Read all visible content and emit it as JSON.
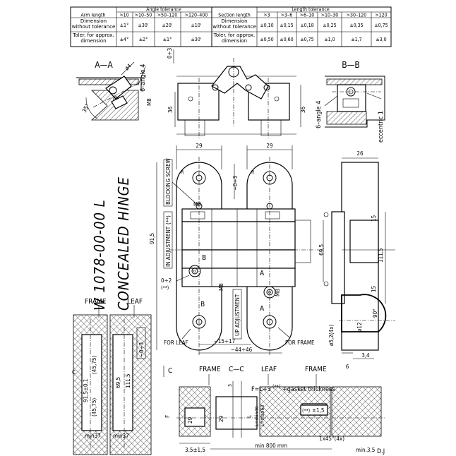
{
  "tables": {
    "angle": {
      "title": "Angle tolerance",
      "header": [
        "Arm length",
        ">10",
        ">10–50",
        ">50–120",
        ">120–400"
      ],
      "rows": [
        [
          "Dimension without tolerance",
          "±1°",
          "±30'",
          "±20'",
          "±10'"
        ],
        [
          "Toler. for approx. dimension",
          "±4°",
          "±2°",
          "±1°",
          "±30'"
        ]
      ]
    },
    "length": {
      "title": "Length tolerance",
      "header": [
        "Section length",
        ">3",
        ">3–6",
        ">6–10",
        ">10–30",
        ">30–120",
        ">120"
      ],
      "rows": [
        [
          "Dimension without tolerance",
          "±0,10",
          "±0,15",
          "±0,18",
          "±0,25",
          "±0,35",
          "±0,75"
        ],
        [
          "Toler. for approx. dimension",
          "±0,50",
          "±0,60",
          "±0,75",
          "±1,0",
          "±1,7",
          "±3,0"
        ]
      ]
    }
  },
  "title": {
    "code": "W 1078-00-00 L",
    "name": "CONCEALED HINGE"
  },
  "sections": {
    "aa": "A—A",
    "bb": "B—B",
    "cc": "C—C",
    "c_left": "C",
    "c_right": "C"
  },
  "labels": {
    "frame": "FRAME",
    "leaf": "LEAF",
    "for_leaf": "FOR LEAF",
    "for_frame": "FOR FRAME",
    "blocking_screw": "BLOCKING SCREW",
    "in_adjustment": "IN ADJUSTMENT",
    "up_adjustment": "UP ADJUSTMENT",
    "six_angle_aa": "6–angle 4",
    "six_angle_bb": "6–angle 4",
    "eccentric": "eccentric 1",
    "formula": "F=L+3",
    "formula_tail": "+gasket thickness",
    "double_star": "(**)",
    "signature": "D.J"
  },
  "dims": {
    "d29a": "29",
    "d29b": "29",
    "d26": "26",
    "d36a": "36",
    "d36b": "36",
    "d91_5": "91,5",
    "d69_5": "69,5",
    "d111_5": "111,5",
    "d15a": "15",
    "d15b": "15",
    "d90": "90°",
    "d6": "6",
    "d3_4": "3,4",
    "d12": "ø12",
    "d5_2": "ø5,2(4x)",
    "d15_17": "~15÷17",
    "d44_46": "~44÷46",
    "d0_3a": "0÷3",
    "d0_3b": "~0÷3",
    "d0_3c": "~0÷3",
    "d0_2": "0÷2",
    "d35": "35°",
    "d4": "ø4",
    "m8a": "M8",
    "m8b": "M8",
    "m8c": "M8",
    "m8d": "M8",
    "r_a": "R",
    "r_b": "R",
    "d91_5_01": "91,5±0,1",
    "d45_75a": "(45,75)",
    "d45_75b": "(45,75)",
    "d69_5_b": "69,5",
    "d111_5_b": "111,5",
    "min37a": "min37",
    "min37b": "min37",
    "d29_cc1": "29",
    "d29_cc2": "29",
    "d3_cc": "3",
    "d_f": "F",
    "d_l": "L",
    "l_min40": "L=min40",
    "l_max60": "L=max60",
    "d1_5": "±1,5",
    "d3_5_1_5": "3,5±1,5",
    "min800": "min 800 mm",
    "min3_5": "min.3,5",
    "chamfer": "1x45°(4x)"
  }
}
